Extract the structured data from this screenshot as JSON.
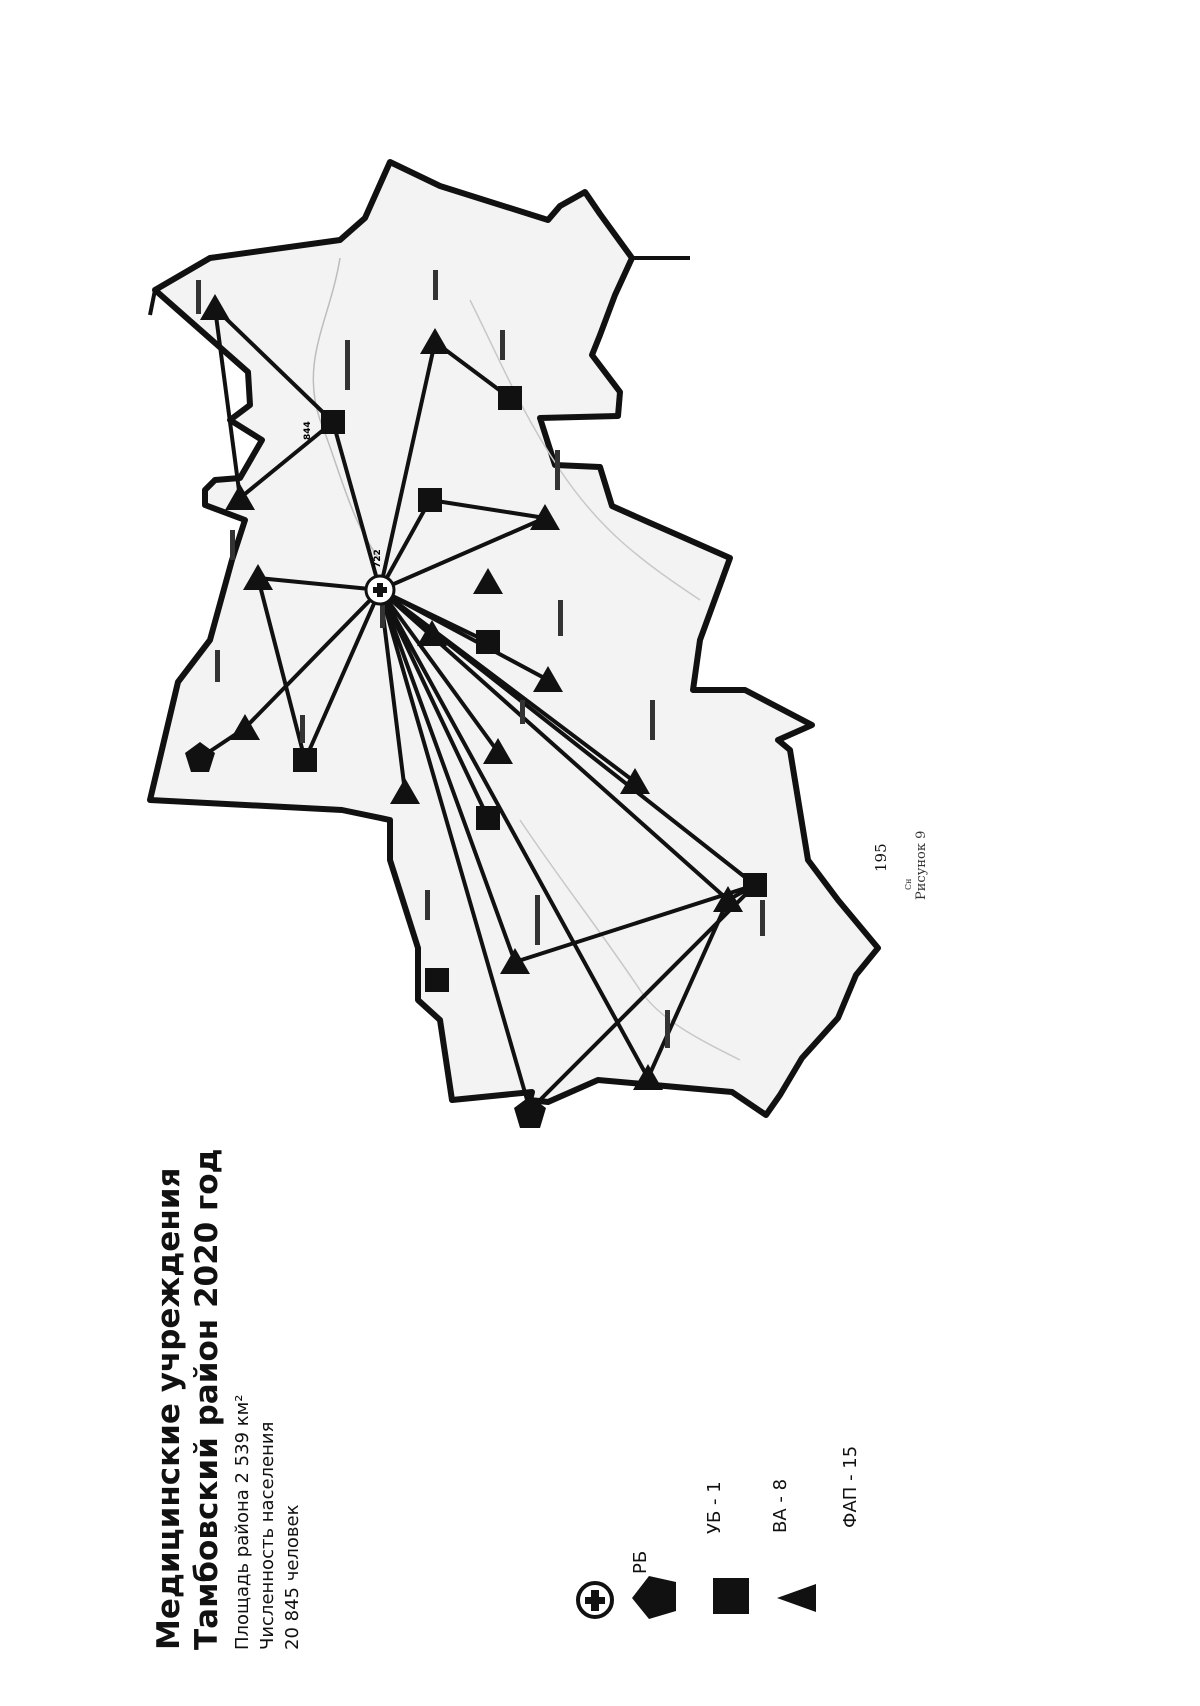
{
  "page_number": "195",
  "title": {
    "line1": "Медицинские учреждения",
    "line2": "Тамбовский район 2020 год"
  },
  "info": {
    "area": "Площадь района 2 539 км²",
    "population_label": "Численность населения",
    "population_value": "20 845 человек"
  },
  "legend": {
    "rb": "РБ",
    "ub": "УБ - 1",
    "va": "ВА - 8",
    "fap": "ФАП - 15"
  },
  "map": {
    "center_value": "722",
    "secondary_hub_value": "844",
    "facility_counts": {
      "УБ": 1,
      "ВА": 8,
      "ФАП": 15
    }
  },
  "caption": "Рисунок 9",
  "caption_mark": "Сн",
  "colors": {
    "ink": "#111111",
    "paper": "#ffffff",
    "map_fill": "#f2f2f2"
  },
  "icons": [
    "hospital-cross-icon",
    "pentagon-icon",
    "square-icon",
    "triangle-icon"
  ]
}
